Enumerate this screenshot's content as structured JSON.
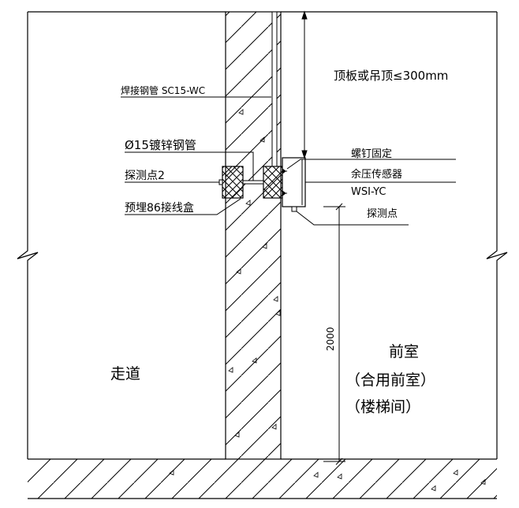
{
  "labels": {
    "ceiling_note": "顶板或吊顶≤300mm",
    "welded_pipe": "焊接钢管 SC15-WC",
    "galv_pipe": "Ø15镀锌钢管",
    "probe2": "探测点2",
    "junction_box": "预埋86接线盒",
    "screw_fix": "螺钉固定",
    "sensor": "余压传感器",
    "sensor_model": "WSI-YC",
    "probe": "探测点",
    "dimension_height": "2000",
    "corridor": "走道",
    "front_room": "前室",
    "shared_front_room": "（合用前室）",
    "stairwell": "（楼梯间）"
  }
}
